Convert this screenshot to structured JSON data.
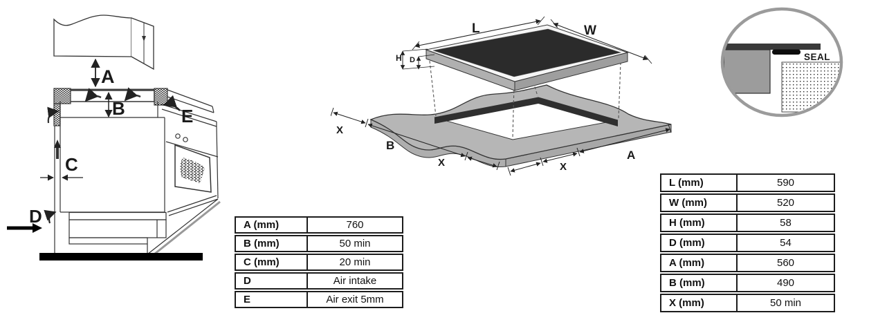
{
  "left_diagram": {
    "labels": {
      "a": "A",
      "b": "B",
      "c": "C",
      "d": "D",
      "e": "E"
    }
  },
  "middle_diagram": {
    "labels": {
      "l": "L",
      "w": "W",
      "h": "H",
      "d": "D",
      "x_left": "X",
      "b": "B",
      "x_front_left": "X",
      "x_front_right": "X",
      "a": "A"
    }
  },
  "seal_detail": {
    "label": "SEAL"
  },
  "left_table": {
    "rows": [
      {
        "label": "A (mm)",
        "value": "760"
      },
      {
        "label": "B (mm)",
        "value": "50 min"
      },
      {
        "label": "C (mm)",
        "value": "20 min"
      },
      {
        "label": "D",
        "value": "Air intake"
      },
      {
        "label": "E",
        "value": "Air exit 5mm"
      }
    ]
  },
  "right_table": {
    "rows": [
      {
        "label": "L (mm)",
        "value": "590"
      },
      {
        "label": "W (mm)",
        "value": "520"
      },
      {
        "label": "H (mm)",
        "value": "58"
      },
      {
        "label": "D (mm)",
        "value": "54"
      },
      {
        "label": "A (mm)",
        "value": "560"
      },
      {
        "label": "B (mm)",
        "value": "490"
      },
      {
        "label": "X (mm)",
        "value": "50 min"
      }
    ]
  },
  "colors": {
    "line": "#333333",
    "glass_black": "#2b2b2b",
    "worktop_gray": "#b6b6b6",
    "cutout_wall": "#2f2f2f",
    "seal_ring_gray": "#9b9b9b",
    "table_border": "#1c1c1c"
  }
}
